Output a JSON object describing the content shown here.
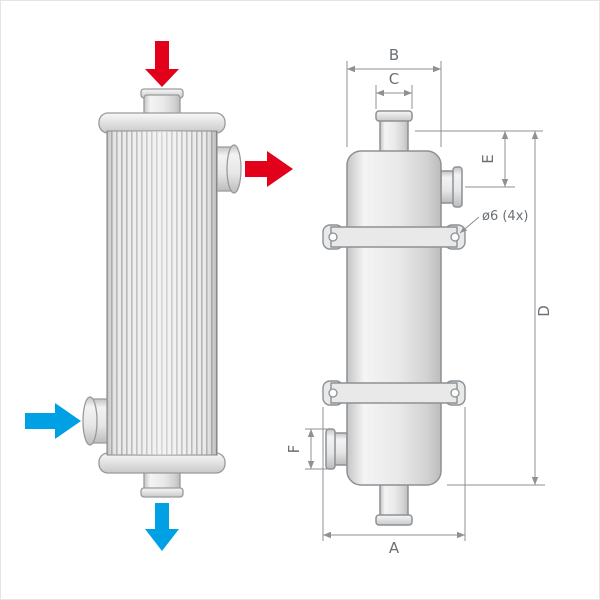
{
  "page": {
    "background": "#ffffff",
    "border_color": "#e4e4e4"
  },
  "diagram": {
    "subject": "tube-heat-exchanger",
    "views": [
      "flow-illustration",
      "dimension-drawing"
    ],
    "dimension_labels": {
      "A": "A",
      "B": "B",
      "C": "C",
      "D": "D",
      "E": "E",
      "F": "F"
    },
    "hole_annotation": "ø6 (4x)",
    "colors": {
      "hot_flow": "#e2001b",
      "cold_flow": "#00a0e4",
      "part_line": "#8c9195",
      "dimension_line": "#8c9195",
      "label_text": "#6a7075"
    }
  }
}
